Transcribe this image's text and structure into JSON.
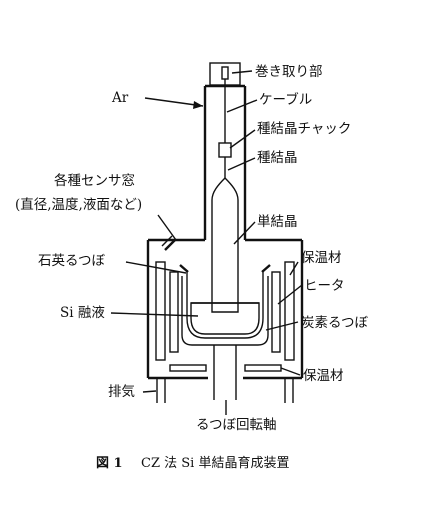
{
  "labels": {
    "winder": "巻き取り部",
    "ar": "Ar",
    "cable": "ケーブル",
    "seed_chuck": "種結晶チャック",
    "seed_crystal": "種結晶",
    "sensor_window": "各種センサ窓",
    "sensor_window_detail": "(直径,温度,液面など)",
    "single_crystal": "単結晶",
    "quartz_crucible": "石英るつぼ",
    "insulation_upper": "保温材",
    "heater": "ヒータ",
    "si_melt": "Si 融液",
    "carbon_crucible": "炭素るつぼ",
    "insulation_lower": "保温材",
    "exhaust": "排気",
    "crucible_shaft": "るつぼ回転軸"
  },
  "caption": {
    "number": "図 1",
    "title": "CZ 法 Si 単結晶育成装置"
  }
}
